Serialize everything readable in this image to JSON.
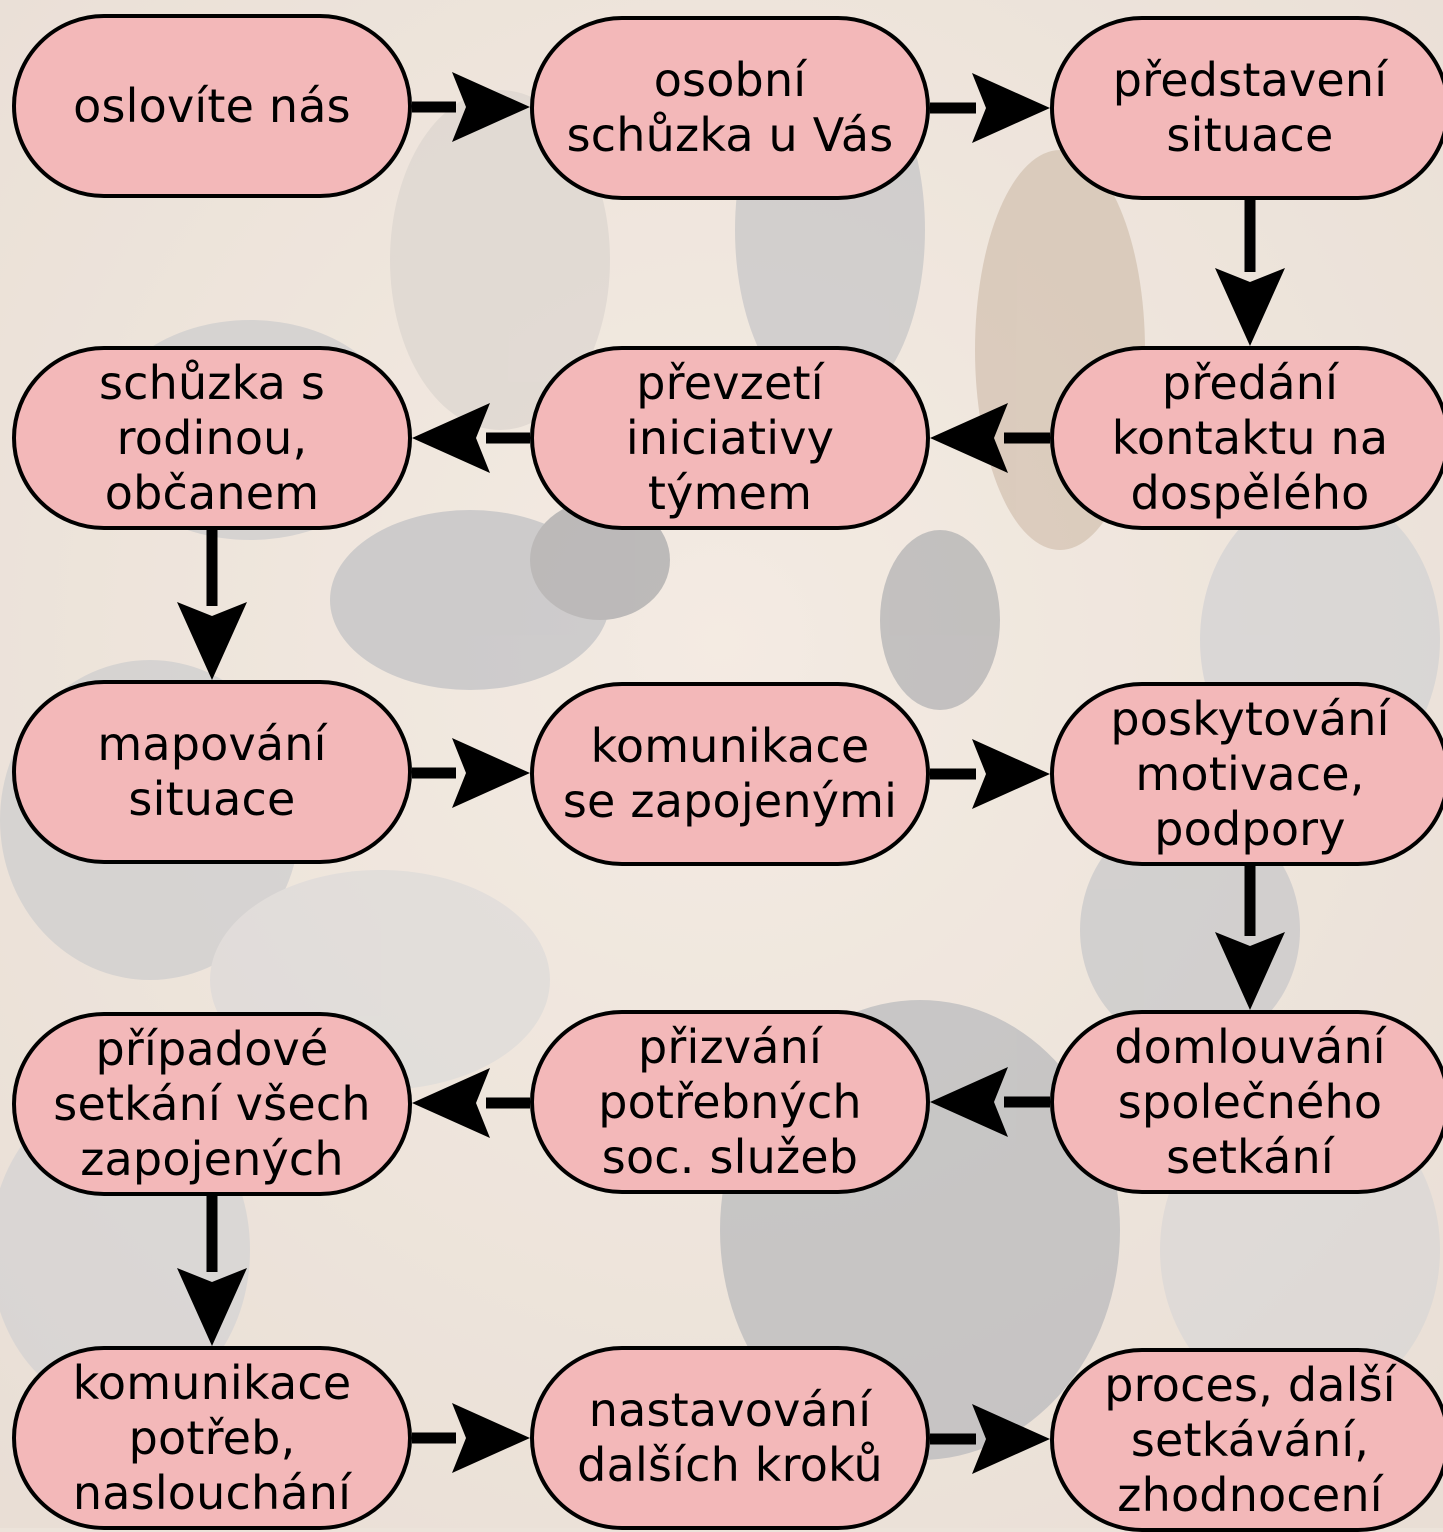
{
  "colors": {
    "node_fill": "#f3b8b9",
    "node_border": "#000000",
    "arrow": "#000000",
    "background": "#ece3da"
  },
  "background_image": "people-sitting-in-circle-photo",
  "nodes": [
    {
      "id": "n1",
      "label": "oslovíte nás"
    },
    {
      "id": "n2",
      "label": "osobní\nschůzka u Vás"
    },
    {
      "id": "n3",
      "label": "představení\nsituace"
    },
    {
      "id": "n4",
      "label": "předání\nkontaktu na\ndospělého"
    },
    {
      "id": "n5",
      "label": "převzetí\niniciativy\ntýmem"
    },
    {
      "id": "n6",
      "label": "schůzka s\nrodinou,\nobčanem"
    },
    {
      "id": "n7",
      "label": "mapování\nsituace"
    },
    {
      "id": "n8",
      "label": "komunikace\nse zapojenými"
    },
    {
      "id": "n9",
      "label": "poskytování\nmotivace,\npodpory"
    },
    {
      "id": "n10",
      "label": "domlouvání\nspolečného\nsetkání"
    },
    {
      "id": "n11",
      "label": "přizvání\npotřebných\nsoc. služeb"
    },
    {
      "id": "n12",
      "label": "případové\nsetkání všech\nzapojených"
    },
    {
      "id": "n13",
      "label": "komunikace\npotřeb,\nnaslouchání"
    },
    {
      "id": "n14",
      "label": "nastavování\ndalších kroků"
    },
    {
      "id": "n15",
      "label": "proces, další\nsetkávání,\nzhodnocení"
    }
  ],
  "edges": [
    {
      "from": "n1",
      "to": "n2"
    },
    {
      "from": "n2",
      "to": "n3"
    },
    {
      "from": "n3",
      "to": "n4"
    },
    {
      "from": "n4",
      "to": "n5"
    },
    {
      "from": "n5",
      "to": "n6"
    },
    {
      "from": "n6",
      "to": "n7"
    },
    {
      "from": "n7",
      "to": "n8"
    },
    {
      "from": "n8",
      "to": "n9"
    },
    {
      "from": "n9",
      "to": "n10"
    },
    {
      "from": "n10",
      "to": "n11"
    },
    {
      "from": "n11",
      "to": "n12"
    },
    {
      "from": "n12",
      "to": "n13"
    },
    {
      "from": "n13",
      "to": "n14"
    },
    {
      "from": "n14",
      "to": "n15"
    }
  ]
}
